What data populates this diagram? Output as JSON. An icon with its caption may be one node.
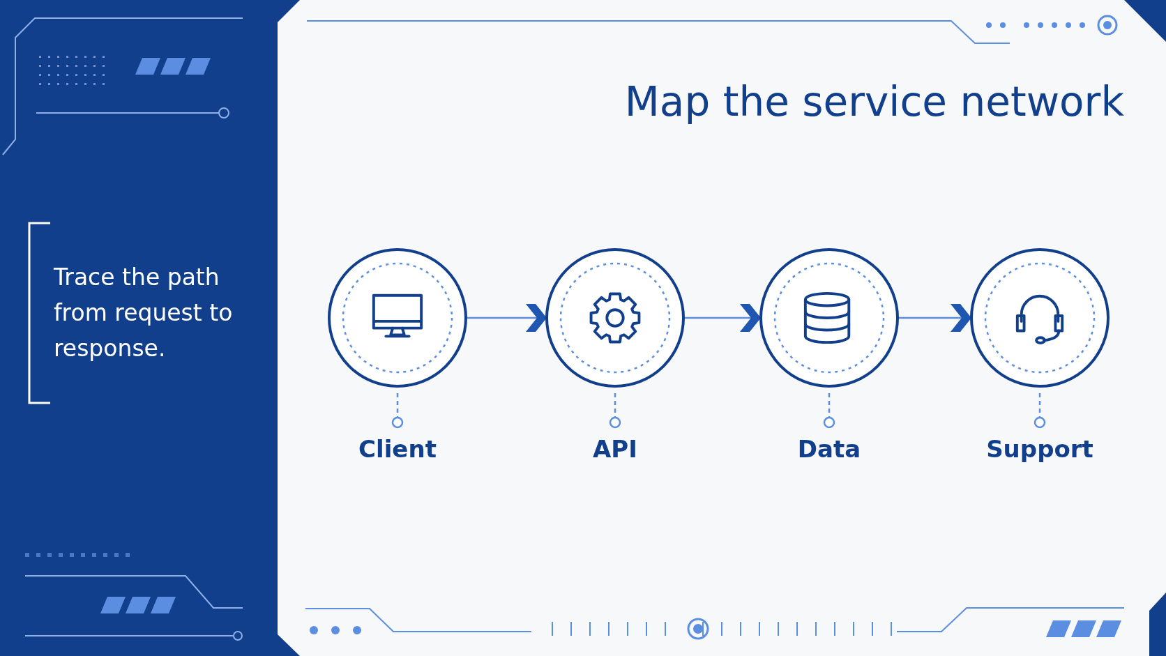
{
  "diagram": {
    "title": "Map the service network",
    "nodes": [
      {
        "text": [
          "Client"
        ]
      },
      {
        "text": [
          "API"
        ]
      },
      {
        "text": [
          "Data"
        ]
      },
      {
        "text": [
          "Support"
        ]
      }
    ],
    "edges": [
      {
        "from": 0,
        "to": 1,
        "arrow": "to"
      },
      {
        "from": 1,
        "to": 2,
        "arrow": "to"
      },
      {
        "from": 2,
        "to": 3,
        "arrow": "to"
      }
    ],
    "labels": [
      "Trace the path from request to response."
    ]
  }
}
